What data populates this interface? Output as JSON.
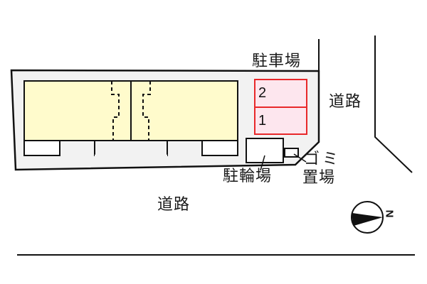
{
  "labels": {
    "parking": "駐車場",
    "road_right": "道路",
    "road_bottom": "道路",
    "bicycle_parking": "駐輪場",
    "garbage_line1": "ゴミ",
    "garbage_line2": "置場",
    "compass_letter": "N"
  },
  "parking_spaces": [
    {
      "number": "2"
    },
    {
      "number": "1"
    }
  ],
  "colors": {
    "lot_fill": "#f2f2f2",
    "building_fill": "#fffbcc",
    "parking_fill": "#fde6ee",
    "parking_border": "#e8282a",
    "line": "#111111"
  }
}
